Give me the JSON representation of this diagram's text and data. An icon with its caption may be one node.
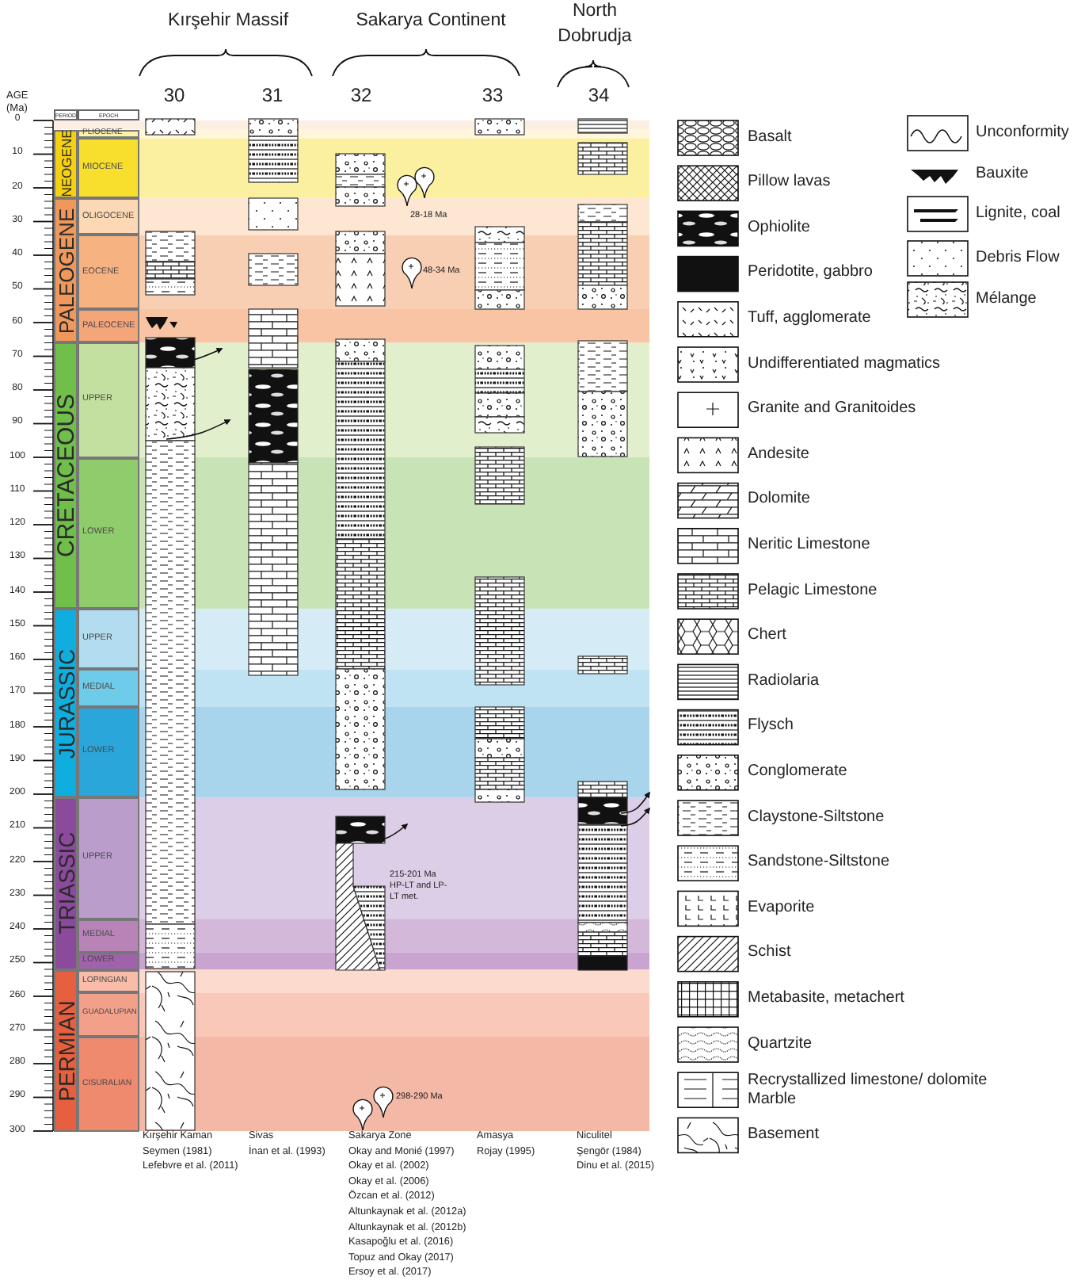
{
  "diagram": {
    "nodes": [
      {
        "text": [
          "NEOGENE"
        ]
      },
      {
        "text": [
          "PLIOCENE"
        ]
      },
      {
        "text": [
          "MIOCENE"
        ]
      },
      {
        "text": [
          "PALEOGENE"
        ]
      },
      {
        "text": [
          "OLIGOCENE"
        ]
      },
      {
        "text": [
          "EOCENE"
        ]
      },
      {
        "text": [
          "PALEOCENE"
        ]
      },
      {
        "text": [
          "CRETACEOUS"
        ]
      },
      {
        "text": [
          "UPPER"
        ]
      },
      {
        "text": [
          "LOWER"
        ]
      },
      {
        "text": [
          "JURASSIC"
        ]
      },
      {
        "text": [
          "UPPER"
        ]
      },
      {
        "text": [
          "MEDIAL"
        ]
      },
      {
        "text": [
          "LOWER"
        ]
      },
      {
        "text": [
          "TRIASSIC"
        ]
      },
      {
        "text": [
          "UPPER"
        ]
      },
      {
        "text": [
          "MEDIAL"
        ]
      },
      {
        "text": [
          "LOWER"
        ]
      },
      {
        "text": [
          "PERMIAN"
        ]
      },
      {
        "text": [
          "LOPINGIAN"
        ]
      },
      {
        "text": [
          "GUADALUPIAN"
        ]
      },
      {
        "text": [
          "CISURALIAN"
        ]
      }
    ],
    "labels": [
      "AGE (Ma)",
      "PERIOD",
      "EPOCH",
      "0",
      "10",
      "20",
      "30",
      "40",
      "50",
      "60",
      "70",
      "80",
      "90",
      "100",
      "110",
      "120",
      "130",
      "140",
      "150",
      "160",
      "170",
      "180",
      "190",
      "200",
      "210",
      "220",
      "230",
      "240",
      "250",
      "260",
      "270",
      "280",
      "290",
      "300",
      "Kırşehir Massif",
      "Sakarya Continent",
      "North Dobrudja",
      "30",
      "31",
      "32",
      "33",
      "34",
      "28-18 Ma",
      "48-34 Ma",
      "215-201 Ma HP-LT and LP-LT met.",
      "298-290 Ma",
      "Kırşehir Kaman",
      "Seymen (1981)",
      "Lefebvre et al. (2011)",
      "Sivas",
      "İnan et al. (1993)",
      "Sakarya Zone",
      "Okay and Monié (1997)",
      "Okay et al. (2002)",
      "Okay et al. (2006)",
      "Özcan et al. (2012)",
      "Altunkaynak et al. (2012a)",
      "Altunkaynak et al. (2012b)",
      "Kasapoğlu et al. (2016)",
      "Topuz and Okay (2017)",
      "Ersoy et al. (2017)",
      "Amasya",
      "Rojay (1995)",
      "Niculitel",
      "Şengör (1984)",
      "Dinu et al. (2015)"
    ],
    "legend": [
      {
        "text": "Basalt"
      },
      {
        "text": "Pillow lavas"
      },
      {
        "text": "Ophiolite"
      },
      {
        "text": "Peridotite, gabbro"
      },
      {
        "text": "Tuff, agglomerate"
      },
      {
        "text": "Undifferentiated magmatics"
      },
      {
        "text": "Granite and Granitoides"
      },
      {
        "text": "Andesite"
      },
      {
        "text": "Dolomite"
      },
      {
        "text": "Neritic Limestone"
      },
      {
        "text": "Pelagic Limestone"
      },
      {
        "text": "Chert"
      },
      {
        "text": "Radiolaria"
      },
      {
        "text": "Flysch"
      },
      {
        "text": "Conglomerate"
      },
      {
        "text": "Claystone-Siltstone"
      },
      {
        "text": "Sandstone-Siltstone"
      },
      {
        "text": "Evaporite"
      },
      {
        "text": "Schist"
      },
      {
        "text": "Metabasite, metachert"
      },
      {
        "text": "Quartzite"
      },
      {
        "text": "Recrystallized limestone/ dolomite Marble"
      },
      {
        "text": "Basement"
      },
      {
        "text": "Unconformity"
      },
      {
        "text": "Bauxite"
      },
      {
        "text": "Lignite, coal"
      },
      {
        "text": "Debris Flow"
      },
      {
        "text": "Mélange"
      }
    ]
  }
}
